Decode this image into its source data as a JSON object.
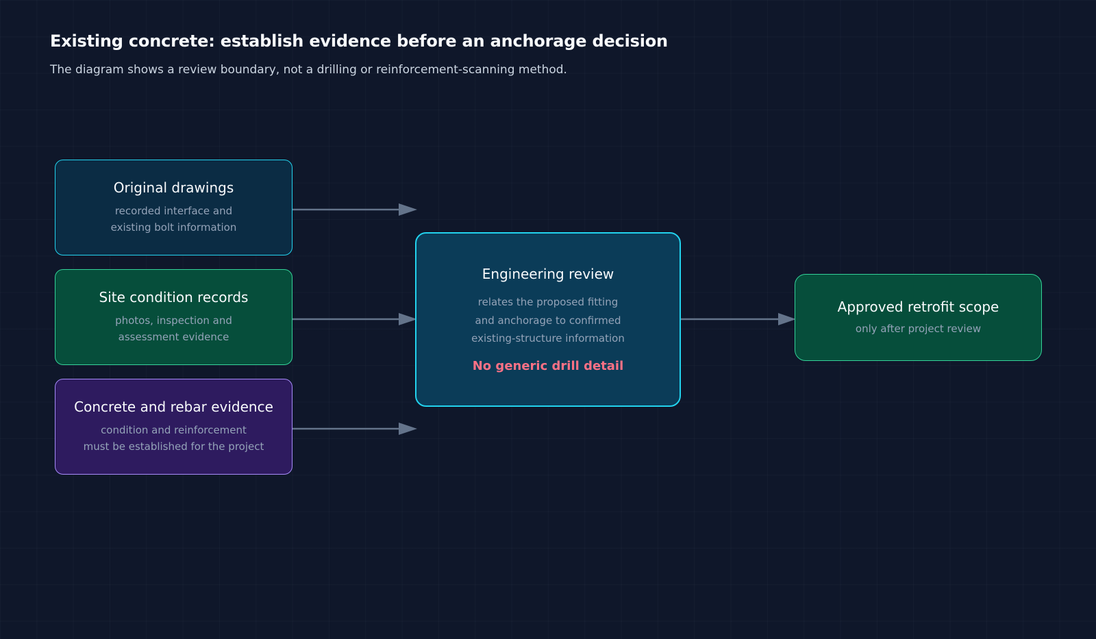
{
  "header": {
    "title": "Existing concrete: establish evidence before an anchorage decision",
    "subtitle": "The diagram shows a review boundary, not a drilling or reinforcement-scanning method."
  },
  "inputs": [
    {
      "title": "Original drawings",
      "desc_lines": [
        "recorded interface and",
        "existing bolt information"
      ]
    },
    {
      "title": "Site condition records",
      "desc_lines": [
        "photos, inspection and",
        "assessment evidence"
      ]
    },
    {
      "title": "Concrete and rebar evidence",
      "desc_lines": [
        "condition and reinforcement",
        "must be established for the project"
      ]
    }
  ],
  "review": {
    "title": "Engineering review",
    "desc_lines": [
      "relates the proposed fitting",
      "and anchorage to confirmed",
      "existing-structure information"
    ],
    "warning": "No generic drill detail"
  },
  "outcome": {
    "title": "Approved retrofit scope",
    "desc": "only after project review"
  },
  "colors": {
    "background": "#0f172a",
    "accent_cyan": "#22d3ee",
    "accent_green": "#34d399",
    "accent_purple": "#a78bfa",
    "warning": "#fb7185",
    "connector": "#64748b"
  }
}
